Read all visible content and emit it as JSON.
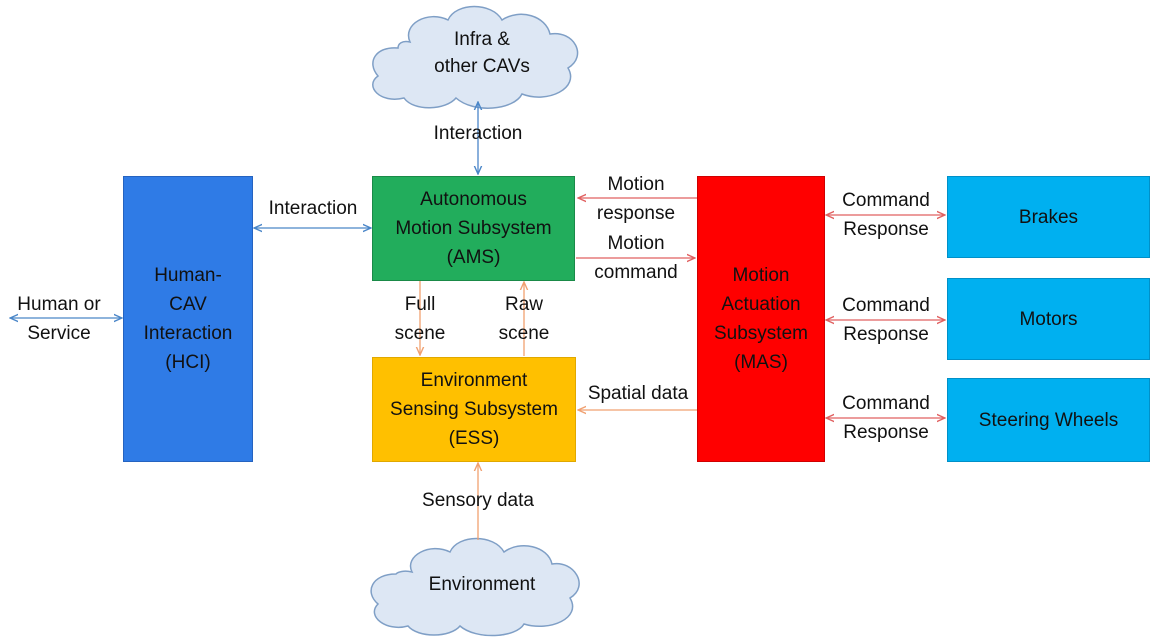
{
  "colors": {
    "hci": "#2f7be6",
    "ams": "#22ad5c",
    "ess": "#ffc000",
    "mas": "#ff0000",
    "device": "#00b0f0",
    "cloud_fill": "#dde7f4",
    "cloud_stroke": "#7f9fc6",
    "arrow_blue": "#4a86c8",
    "arrow_orange": "#f0a070",
    "arrow_red": "#e06060"
  },
  "clouds": {
    "infra": {
      "line1": "Infra &",
      "line2": "other CAVs"
    },
    "environment": {
      "line1": "Environment"
    }
  },
  "boxes": {
    "hci": {
      "line1": "Human-",
      "line2": "CAV",
      "line3": "Interaction",
      "line4": "(HCI)"
    },
    "ams": {
      "line1": "Autonomous",
      "line2": "Motion Subsystem",
      "line3": "(AMS)"
    },
    "ess": {
      "line1": "Environment",
      "line2": "Sensing Subsystem",
      "line3": "(ESS)"
    },
    "mas": {
      "line1": "Motion",
      "line2": "Actuation",
      "line3": "Subsystem",
      "line4": "(MAS)"
    },
    "brakes": "Brakes",
    "motors": "Motors",
    "steering": "Steering Wheels"
  },
  "labels": {
    "interaction_top": "Interaction",
    "interaction_hci": "Interaction",
    "human_or": "Human or",
    "service": "Service",
    "motion_response_1": "Motion",
    "motion_response_2": "response",
    "motion_command_1": "Motion",
    "motion_command_2": "command",
    "full_scene_1": "Full",
    "full_scene_2": "scene",
    "raw_scene_1": "Raw",
    "raw_scene_2": "scene",
    "spatial_data": "Spatial data",
    "sensory_data": "Sensory data",
    "command_1": "Command",
    "response_1": "Response",
    "command_2": "Command",
    "response_2": "Response",
    "command_3": "Command",
    "response_3": "Response"
  }
}
